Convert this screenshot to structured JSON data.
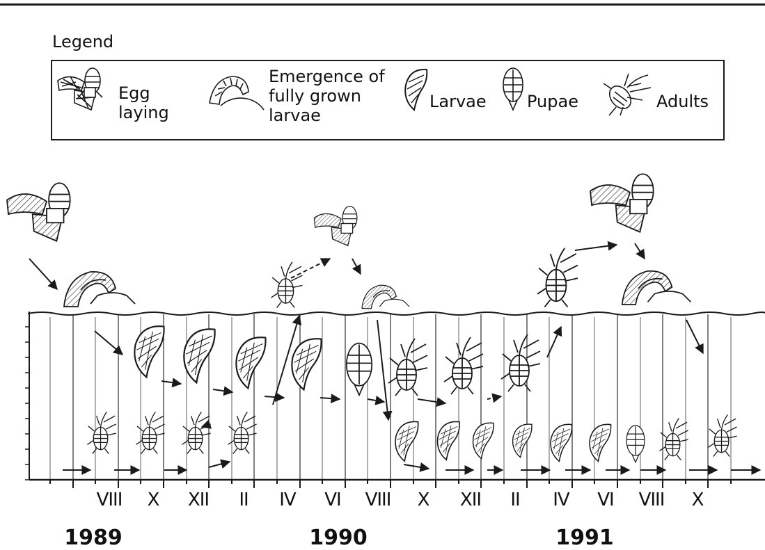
{
  "legend": {
    "title": "Legend",
    "items": [
      {
        "key": "egg_laying",
        "label_lines": [
          "Egg",
          "laying"
        ],
        "icon": "egg-laying-icon"
      },
      {
        "key": "emergence",
        "label_lines": [
          "Emergence of",
          "fully grown",
          "larvae"
        ],
        "icon": "emergence-icon"
      },
      {
        "key": "larvae",
        "label_lines": [
          "Larvae"
        ],
        "icon": "larva-icon"
      },
      {
        "key": "pupae",
        "label_lines": [
          "Pupae"
        ],
        "icon": "pupa-icon"
      },
      {
        "key": "adults",
        "label_lines": [
          "Adults"
        ],
        "icon": "adult-weevil-icon"
      }
    ]
  },
  "timeline": {
    "months": [
      "VIII",
      "X",
      "XII",
      "II",
      "IV",
      "VI",
      "VIII",
      "X",
      "XII",
      "II",
      "IV",
      "VI",
      "VIII",
      "X"
    ],
    "years": [
      "1989",
      "1990",
      "1991"
    ]
  },
  "colors": {
    "ink": "#1a1a1a",
    "paper": "#ffffff"
  }
}
